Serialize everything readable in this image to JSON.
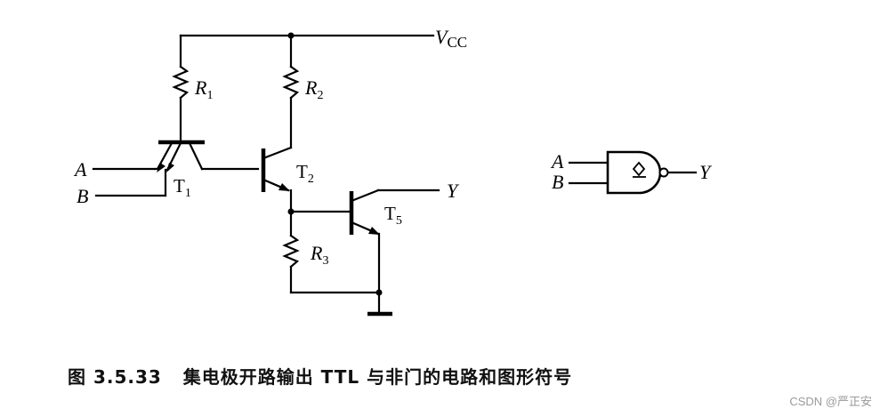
{
  "circuit": {
    "vcc": {
      "main": "V",
      "sub": "CC"
    },
    "resistors": [
      {
        "main": "R",
        "sub": "1"
      },
      {
        "main": "R",
        "sub": "2"
      },
      {
        "main": "R",
        "sub": "3"
      }
    ],
    "transistors": [
      {
        "main": "T",
        "sub": "1"
      },
      {
        "main": "T",
        "sub": "2"
      },
      {
        "main": "T",
        "sub": "5"
      }
    ],
    "inputs": [
      "A",
      "B"
    ],
    "output": "Y"
  },
  "symbol": {
    "inputs": [
      "A",
      "B"
    ],
    "output": "Y",
    "gate_type": "open-collector NAND (diamond-underbar OC marker)"
  },
  "caption": "图 3.5.33   集电极开路输出 TTL 与非门的电路和图形符号",
  "watermark": "CSDN @严正安"
}
